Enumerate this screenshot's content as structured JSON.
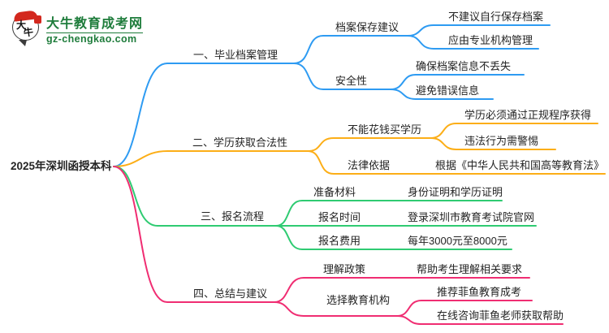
{
  "logo": {
    "icon_char_top": "大",
    "icon_char_bottom": "牛",
    "site_name": "大牛教育成考网",
    "site_url": "gz-chengkao.com"
  },
  "root": {
    "label": "2025年深圳函授本科"
  },
  "colors": {
    "branch1": "#2e9bf2",
    "branch2": "#fcae17",
    "branch3": "#2fcb72",
    "branch4": "#f02d72",
    "logo_green": "#1e7c3b",
    "seal_red": "#d3281e",
    "text": "#242424"
  },
  "branches": [
    {
      "label": "一、毕业档案管理",
      "color": "#2e9bf2",
      "children": [
        {
          "label": "档案保存建议",
          "children": [
            {
              "label": "不建议自行保存档案"
            },
            {
              "label": "应由专业机构管理"
            }
          ]
        },
        {
          "label": "安全性",
          "children": [
            {
              "label": "确保档案信息不丢失"
            },
            {
              "label": "避免错误信息"
            }
          ]
        }
      ]
    },
    {
      "label": "二、学历获取合法性",
      "color": "#fcae17",
      "children": [
        {
          "label": "不能花钱买学历",
          "children": [
            {
              "label": "学历必须通过正规程序获得"
            },
            {
              "label": "违法行为需警惕"
            }
          ]
        },
        {
          "label": "法律依据",
          "children": [
            {
              "label": "根据《中华人民共和国高等教育法》"
            }
          ]
        }
      ]
    },
    {
      "label": "三、报名流程",
      "color": "#2fcb72",
      "children": [
        {
          "label": "准备材料",
          "children": [
            {
              "label": "身份证明和学历证明"
            }
          ]
        },
        {
          "label": "报名时间",
          "children": [
            {
              "label": "登录深圳市教育考试院官网"
            }
          ]
        },
        {
          "label": "报名费用",
          "children": [
            {
              "label": "每年3000元至8000元"
            }
          ]
        }
      ]
    },
    {
      "label": "四、总结与建议",
      "color": "#f02d72",
      "children": [
        {
          "label": "理解政策",
          "children": [
            {
              "label": "帮助考生理解相关要求"
            }
          ]
        },
        {
          "label": "选择教育机构",
          "children": [
            {
              "label": "推荐菲鱼教育成考"
            },
            {
              "label": "在线咨询菲鱼老师获取帮助"
            }
          ]
        }
      ]
    }
  ]
}
